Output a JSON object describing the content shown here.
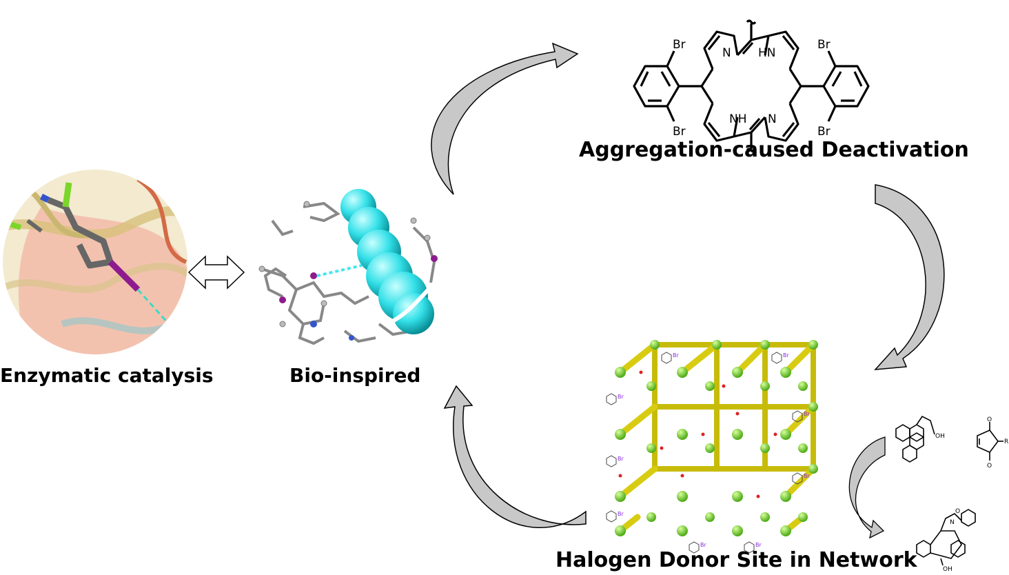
{
  "labels": {
    "enzymatic": "Enzymatic catalysis",
    "bioinspired": "Bio-inspired",
    "aggregation": "Aggregation-caused Deactivation",
    "halogen": "Halogen Donor Site in Network"
  },
  "porphyrin_atoms": {
    "br": "Br",
    "n": "N",
    "hn": "HN",
    "nh": "NH"
  },
  "reaction_atoms": {
    "oh": "OH",
    "o": "O",
    "r": "R",
    "n": "N"
  },
  "network_atom": "Br",
  "colors": {
    "cyan": "#33e0e8",
    "yellow": "#e8df1a",
    "green": "#7bd62a",
    "purple": "#8a2be2",
    "grey": "#777777",
    "enzyme_red": "#e9a08a",
    "enzyme_yellow": "#f1e3b0"
  }
}
